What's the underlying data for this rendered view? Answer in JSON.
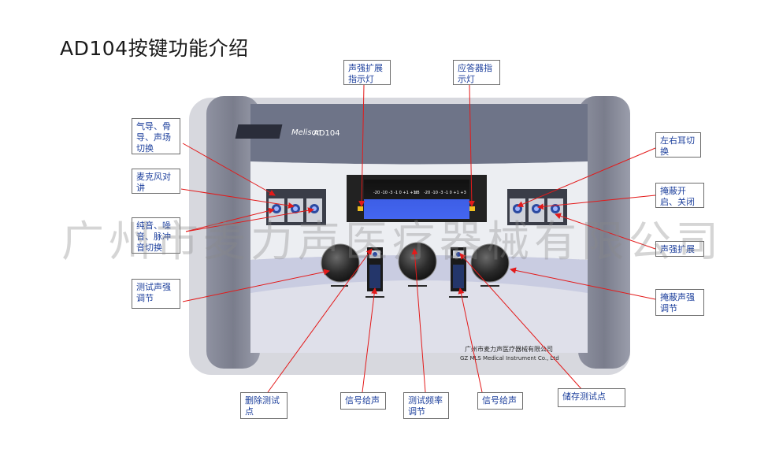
{
  "title": "AD104按键功能介绍",
  "watermark": "广州市麦力声医疗器械有限公司",
  "device": {
    "brand": "Melison",
    "model": "AD104",
    "company_cn": "广州市麦力声医疗器械有限公司",
    "company_en": "GZ MLS Medical Instrument Co., Ltd",
    "display_left_scale": "-20 -10 -3 -1 0 +1 +3",
    "display_unit": "dB",
    "display_right_scale": "-20 -10 -3 -1 0 +1 +3"
  },
  "callouts": {
    "intensity_ext_indicator": "声强扩展指示灯",
    "response_indicator": "应答器指示灯",
    "conduction_switch": "气导、骨导、声场切换",
    "talk_mic": "麦克风对讲",
    "tone_switch": "纯音、噪音、脉冲音切换",
    "test_intensity": "测试声强调节",
    "left_right_switch": "左右耳切换",
    "masking_toggle": "掩蔽开启、关闭",
    "intensity_extension": "声强扩展",
    "masking_intensity": "掩蔽声强调节",
    "delete_point": "删除测试点",
    "signal_left": "信号给声",
    "test_frequency": "测试频率调节",
    "signal_right": "信号给声",
    "store_point": "储存测试点"
  },
  "colors": {
    "arrow": "#e31a1a",
    "label_text": "#1c3f9c",
    "panel_dark": "#6e7488",
    "lcd": "#3e5fe8",
    "indicator": "#f0c020"
  }
}
